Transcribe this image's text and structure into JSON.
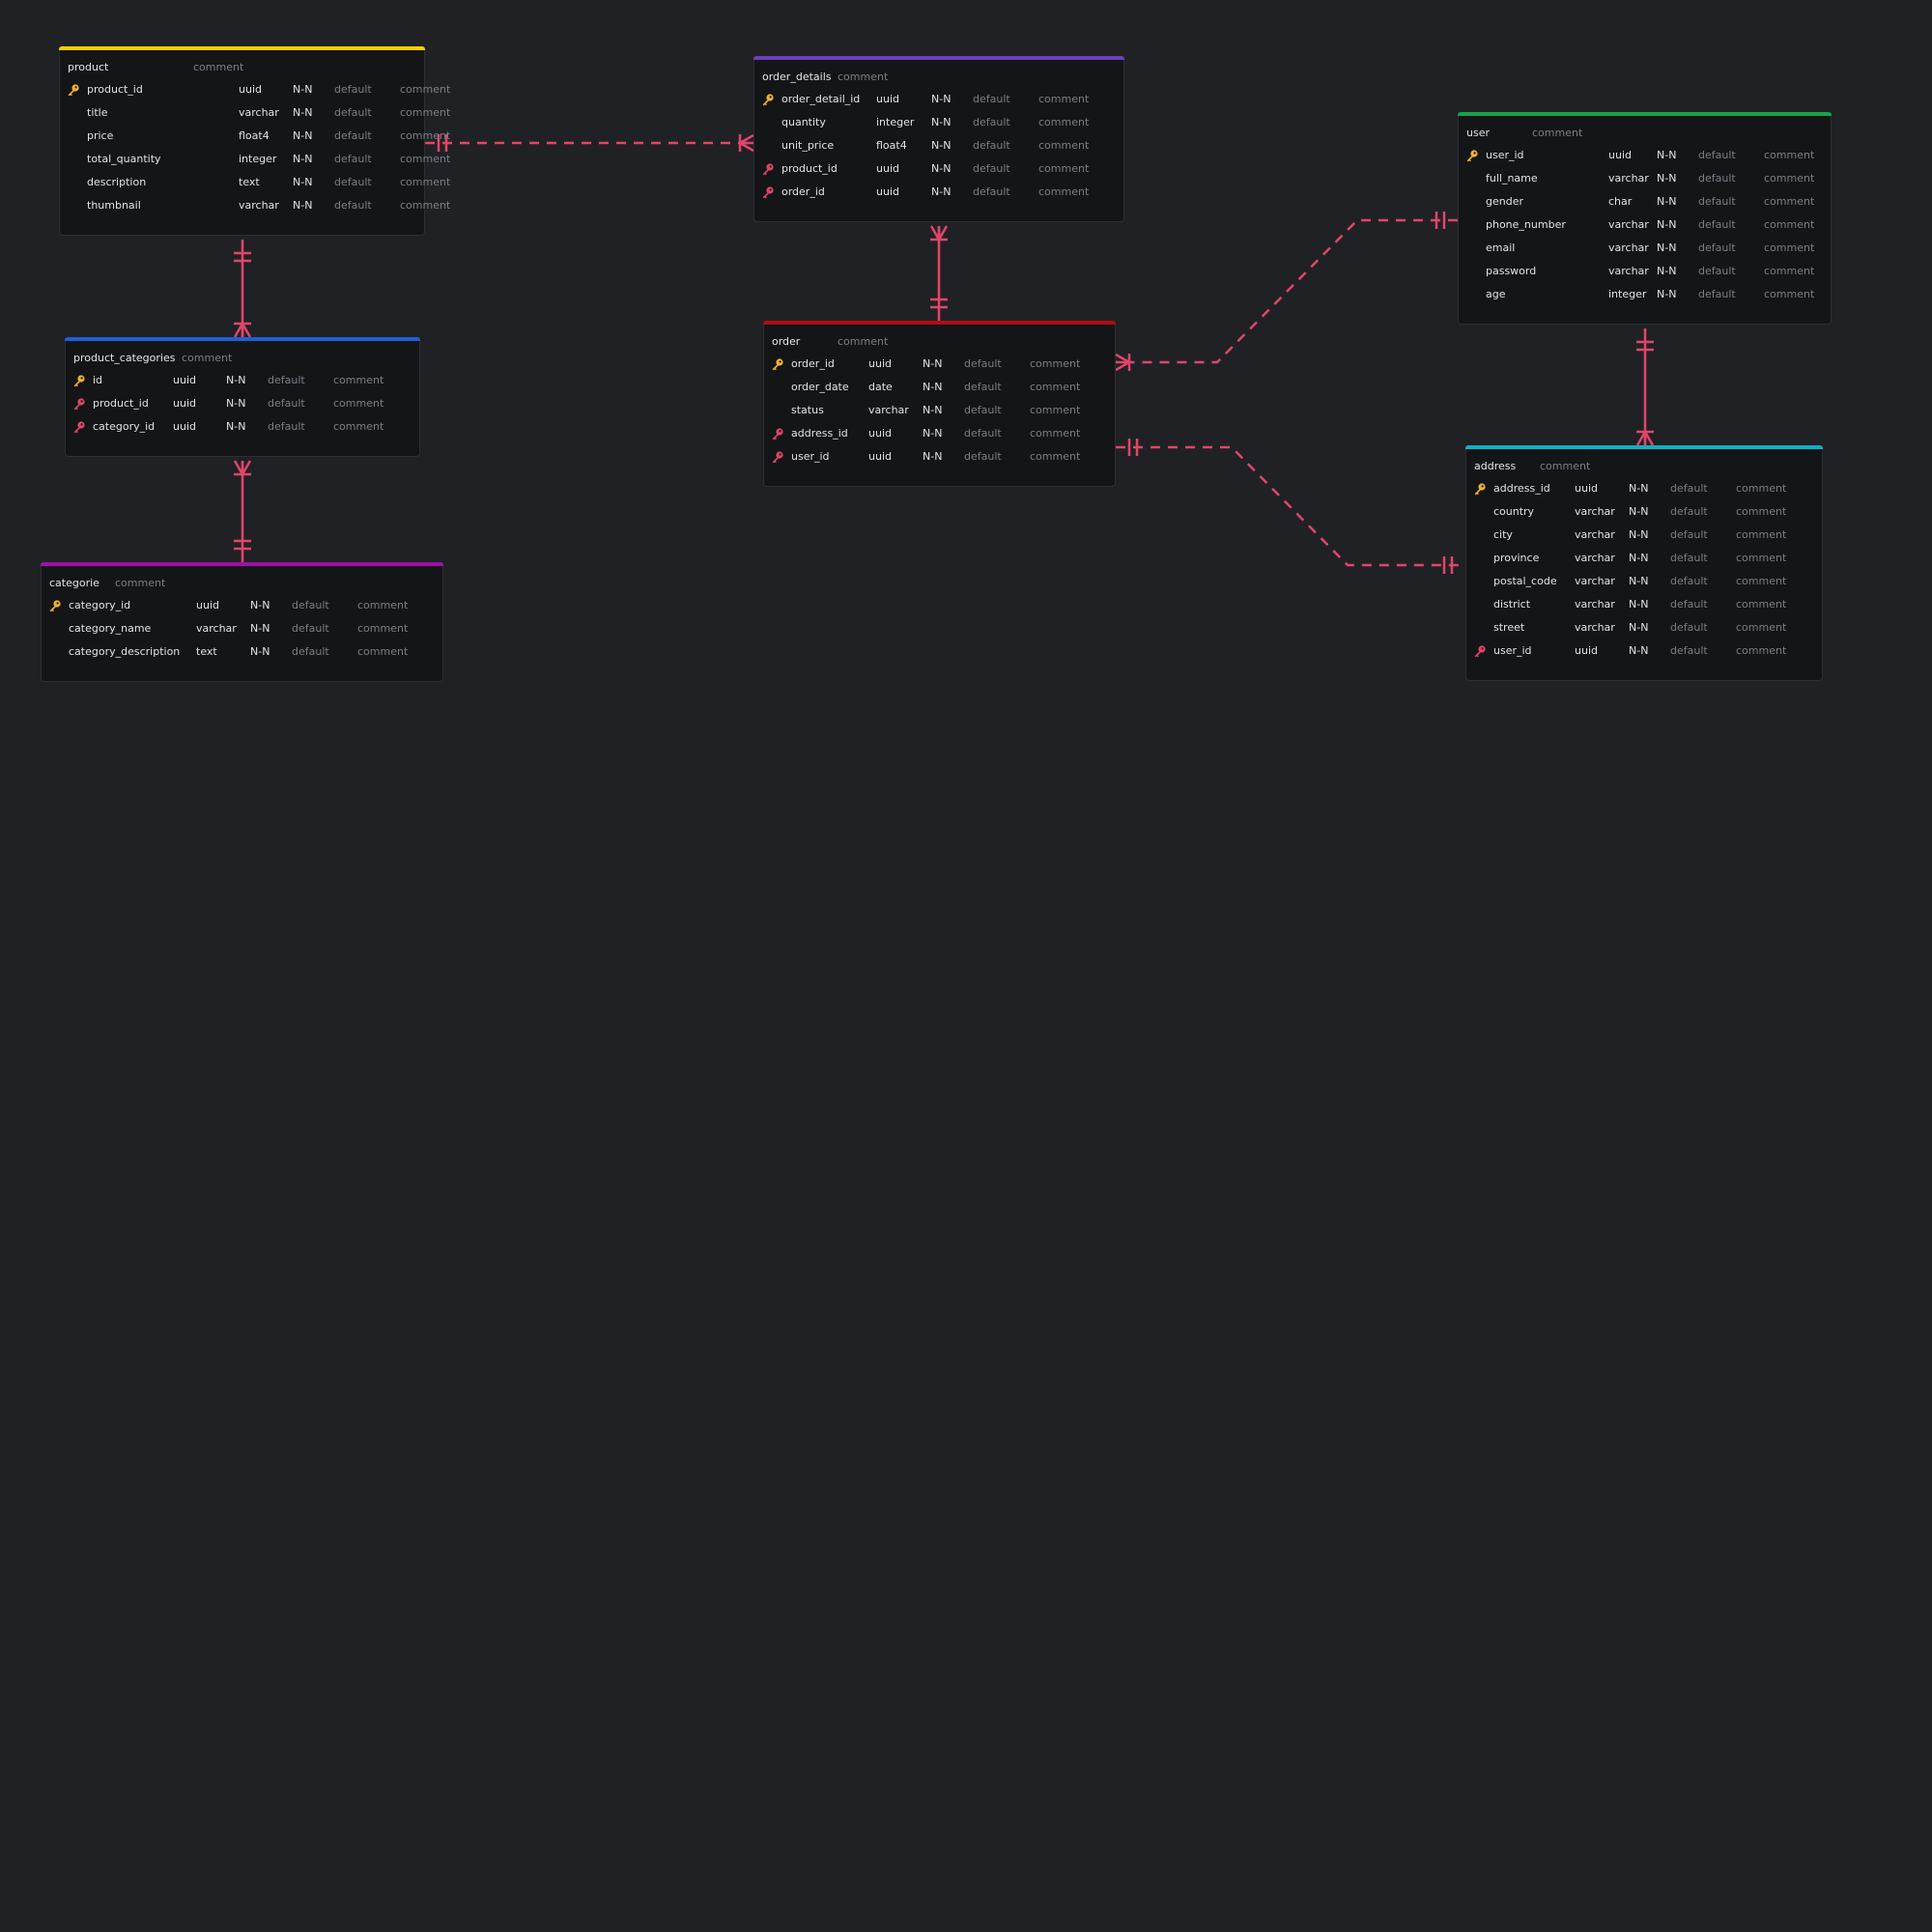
{
  "relationship_color": "#e0466a",
  "pk_icon_color": "#f0b330",
  "fk_icon_color": "#e0466a",
  "tables": {
    "product": {
      "name": "product",
      "comment": "comment",
      "color": "#f4d100",
      "columns": [
        {
          "key": "pk",
          "name": "product_id",
          "type": "uuid",
          "nullable": "N-N",
          "default": "default",
          "comment": "comment"
        },
        {
          "key": "",
          "name": "title",
          "type": "varchar",
          "nullable": "N-N",
          "default": "default",
          "comment": "comment"
        },
        {
          "key": "",
          "name": "price",
          "type": "float4",
          "nullable": "N-N",
          "default": "default",
          "comment": "comment"
        },
        {
          "key": "",
          "name": "total_quantity",
          "type": "integer",
          "nullable": "N-N",
          "default": "default",
          "comment": "comment"
        },
        {
          "key": "",
          "name": "description",
          "type": "text",
          "nullable": "N-N",
          "default": "default",
          "comment": "comment"
        },
        {
          "key": "",
          "name": "thumbnail",
          "type": "varchar",
          "nullable": "N-N",
          "default": "default",
          "comment": "comment"
        }
      ]
    },
    "order_details": {
      "name": "order_details",
      "comment": "comment",
      "color": "#6a3fbf",
      "columns": [
        {
          "key": "pk",
          "name": "order_detail_id",
          "type": "uuid",
          "nullable": "N-N",
          "default": "default",
          "comment": "comment"
        },
        {
          "key": "",
          "name": "quantity",
          "type": "integer",
          "nullable": "N-N",
          "default": "default",
          "comment": "comment"
        },
        {
          "key": "",
          "name": "unit_price",
          "type": "float4",
          "nullable": "N-N",
          "default": "default",
          "comment": "comment"
        },
        {
          "key": "fk",
          "name": "product_id",
          "type": "uuid",
          "nullable": "N-N",
          "default": "default",
          "comment": "comment"
        },
        {
          "key": "fk",
          "name": "order_id",
          "type": "uuid",
          "nullable": "N-N",
          "default": "default",
          "comment": "comment"
        }
      ]
    },
    "user": {
      "name": "user",
      "comment": "comment",
      "color": "#16a34a",
      "columns": [
        {
          "key": "pk",
          "name": "user_id",
          "type": "uuid",
          "nullable": "N-N",
          "default": "default",
          "comment": "comment"
        },
        {
          "key": "",
          "name": "full_name",
          "type": "varchar",
          "nullable": "N-N",
          "default": "default",
          "comment": "comment"
        },
        {
          "key": "",
          "name": "gender",
          "type": "char",
          "nullable": "N-N",
          "default": "default",
          "comment": "comment"
        },
        {
          "key": "",
          "name": "phone_number",
          "type": "varchar",
          "nullable": "N-N",
          "default": "default",
          "comment": "comment"
        },
        {
          "key": "",
          "name": "email",
          "type": "varchar",
          "nullable": "N-N",
          "default": "default",
          "comment": "comment"
        },
        {
          "key": "",
          "name": "password",
          "type": "varchar",
          "nullable": "N-N",
          "default": "default",
          "comment": "comment"
        },
        {
          "key": "",
          "name": "age",
          "type": "integer",
          "nullable": "N-N",
          "default": "default",
          "comment": "comment"
        }
      ]
    },
    "product_categories": {
      "name": "product_categories",
      "comment": "comment",
      "color": "#1e5fd8",
      "columns": [
        {
          "key": "pk",
          "name": "id",
          "type": "uuid",
          "nullable": "N-N",
          "default": "default",
          "comment": "comment"
        },
        {
          "key": "fk",
          "name": "product_id",
          "type": "uuid",
          "nullable": "N-N",
          "default": "default",
          "comment": "comment"
        },
        {
          "key": "fk",
          "name": "category_id",
          "type": "uuid",
          "nullable": "N-N",
          "default": "default",
          "comment": "comment"
        }
      ]
    },
    "order": {
      "name": "order",
      "comment": "comment",
      "color": "#b00d12",
      "columns": [
        {
          "key": "pk",
          "name": "order_id",
          "type": "uuid",
          "nullable": "N-N",
          "default": "default",
          "comment": "comment"
        },
        {
          "key": "",
          "name": "order_date",
          "type": "date",
          "nullable": "N-N",
          "default": "default",
          "comment": "comment"
        },
        {
          "key": "",
          "name": "status",
          "type": "varchar",
          "nullable": "N-N",
          "default": "default",
          "comment": "comment"
        },
        {
          "key": "fk",
          "name": "address_id",
          "type": "uuid",
          "nullable": "N-N",
          "default": "default",
          "comment": "comment"
        },
        {
          "key": "fk",
          "name": "user_id",
          "type": "uuid",
          "nullable": "N-N",
          "default": "default",
          "comment": "comment"
        }
      ]
    },
    "address": {
      "name": "address",
      "comment": "comment",
      "color": "#10b0c6",
      "columns": [
        {
          "key": "pk",
          "name": "address_id",
          "type": "uuid",
          "nullable": "N-N",
          "default": "default",
          "comment": "comment"
        },
        {
          "key": "",
          "name": "country",
          "type": "varchar",
          "nullable": "N-N",
          "default": "default",
          "comment": "comment"
        },
        {
          "key": "",
          "name": "city",
          "type": "varchar",
          "nullable": "N-N",
          "default": "default",
          "comment": "comment"
        },
        {
          "key": "",
          "name": "province",
          "type": "varchar",
          "nullable": "N-N",
          "default": "default",
          "comment": "comment"
        },
        {
          "key": "",
          "name": "postal_code",
          "type": "varchar",
          "nullable": "N-N",
          "default": "default",
          "comment": "comment"
        },
        {
          "key": "",
          "name": "district",
          "type": "varchar",
          "nullable": "N-N",
          "default": "default",
          "comment": "comment"
        },
        {
          "key": "",
          "name": "street",
          "type": "varchar",
          "nullable": "N-N",
          "default": "default",
          "comment": "comment"
        },
        {
          "key": "fk",
          "name": "user_id",
          "type": "uuid",
          "nullable": "N-N",
          "default": "default",
          "comment": "comment"
        }
      ]
    },
    "categorie": {
      "name": "categorie",
      "comment": "comment",
      "color": "#a010ab",
      "columns": [
        {
          "key": "pk",
          "name": "category_id",
          "type": "uuid",
          "nullable": "N-N",
          "default": "default",
          "comment": "comment"
        },
        {
          "key": "",
          "name": "category_name",
          "type": "varchar",
          "nullable": "N-N",
          "default": "default",
          "comment": "comment"
        },
        {
          "key": "",
          "name": "category_description",
          "type": "text",
          "nullable": "N-N",
          "default": "default",
          "comment": "comment"
        }
      ]
    }
  },
  "relationships": [
    {
      "from": "product",
      "to": "order_details",
      "from_end": "one",
      "to_end": "many",
      "line": "dashed"
    },
    {
      "from": "product",
      "to": "product_categories",
      "from_end": "one",
      "to_end": "many",
      "line": "solid"
    },
    {
      "from": "categorie",
      "to": "product_categories",
      "from_end": "one",
      "to_end": "many",
      "line": "solid"
    },
    {
      "from": "order",
      "to": "order_details",
      "from_end": "one",
      "to_end": "many",
      "line": "solid"
    },
    {
      "from": "user",
      "to": "order",
      "from_end": "one",
      "to_end": "many",
      "line": "dashed"
    },
    {
      "from": "address",
      "to": "order",
      "from_end": "one",
      "to_end": "one",
      "line": "dashed"
    },
    {
      "from": "user",
      "to": "address",
      "from_end": "one",
      "to_end": "many",
      "line": "solid"
    }
  ]
}
